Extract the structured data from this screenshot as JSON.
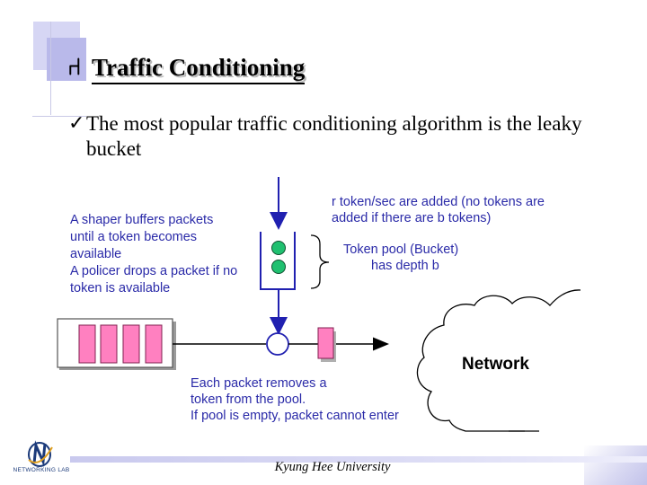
{
  "slide": {
    "title": "Traffic Conditioning",
    "title_bullet": "⑁",
    "bullet_check": "✓",
    "point_line1": "The most popular traffic conditioning algorithm is the leaky",
    "point_line2": "bucket"
  },
  "diagram": {
    "shaper_lines": [
      "A shaper buffers packets",
      "until a token becomes",
      "available",
      "A policer drops a packet if no",
      "token is available"
    ],
    "token_rate_lines": [
      "r  token/sec are added (no tokens are",
      "added if there are b tokens)"
    ],
    "pool_lines": [
      "Token pool (Bucket)",
      "has depth b"
    ],
    "packet_lines": [
      "Each packet removes a",
      "token from the pool.",
      "If pool is empty, packet cannot enter"
    ],
    "network_label": "Network",
    "colors": {
      "annotation": "#2a2aa8",
      "packet": "#ff80c0",
      "token": "#20c070",
      "arrow": "#2020b0"
    }
  },
  "footer": {
    "university": "Kyung Hee University",
    "logo_text": "NETWORKING LAB"
  }
}
